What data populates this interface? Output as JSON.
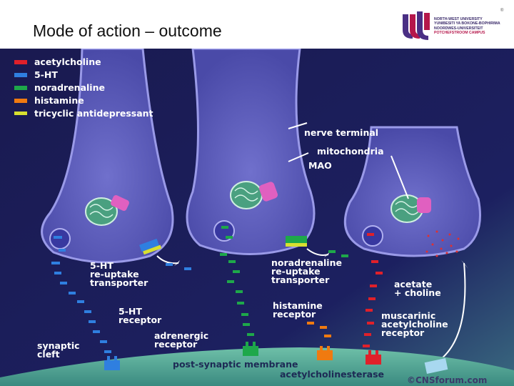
{
  "slide": {
    "title": "Mode of action – outcome"
  },
  "logo": {
    "line1": "NORTH-WEST UNIVERSITY",
    "line2": "YUNIBESITI YA BOKONE-BOPHIRIMA",
    "line3": "NOORDWES-UNIVERSITEIT",
    "line4": "POTCHEFSTROOM CAMPUS",
    "registered": "®",
    "colors": {
      "purple": "#4a2f84",
      "red": "#b5174b"
    }
  },
  "legend": [
    {
      "label": "acetylcholine",
      "color": "#e0202a"
    },
    {
      "label": "5-HT",
      "color": "#2f7fe0"
    },
    {
      "label": "noradrenaline",
      "color": "#1ea84a"
    },
    {
      "label": "histamine",
      "color": "#f07a10"
    },
    {
      "label": "tricyclic antidepressant",
      "color": "#d8e030"
    }
  ],
  "labels": {
    "nerve_terminal": "nerve terminal",
    "mitochondria": "mitochondria",
    "mao": "MAO",
    "ht_transporter": [
      "5-HT",
      "re-uptake",
      "transporter"
    ],
    "ht_receptor": [
      "5-HT",
      "receptor"
    ],
    "synaptic_cleft": [
      "synaptic",
      "cleft"
    ],
    "adrenergic_receptor": [
      "adrenergic",
      "receptor"
    ],
    "na_transporter": [
      "noradrenaline",
      "re-uptake",
      "transporter"
    ],
    "histamine_receptor": [
      "histamine",
      "receptor"
    ],
    "acetate_choline": [
      "acetate",
      "+ choline"
    ],
    "muscarinic": [
      "muscarinic",
      "acetylcholine",
      "receptor"
    ],
    "post_synaptic": "post-synaptic membrane",
    "ache": "acetylcholinesterase",
    "credit": "©CNSforum.com"
  },
  "colors": {
    "background": "#181848",
    "terminal": "#5a5ab8",
    "terminal_edge": "#8888dd",
    "membrane": "#5aaa9a",
    "mitochondria": "#4aa080",
    "mao": "#e060c0"
  }
}
